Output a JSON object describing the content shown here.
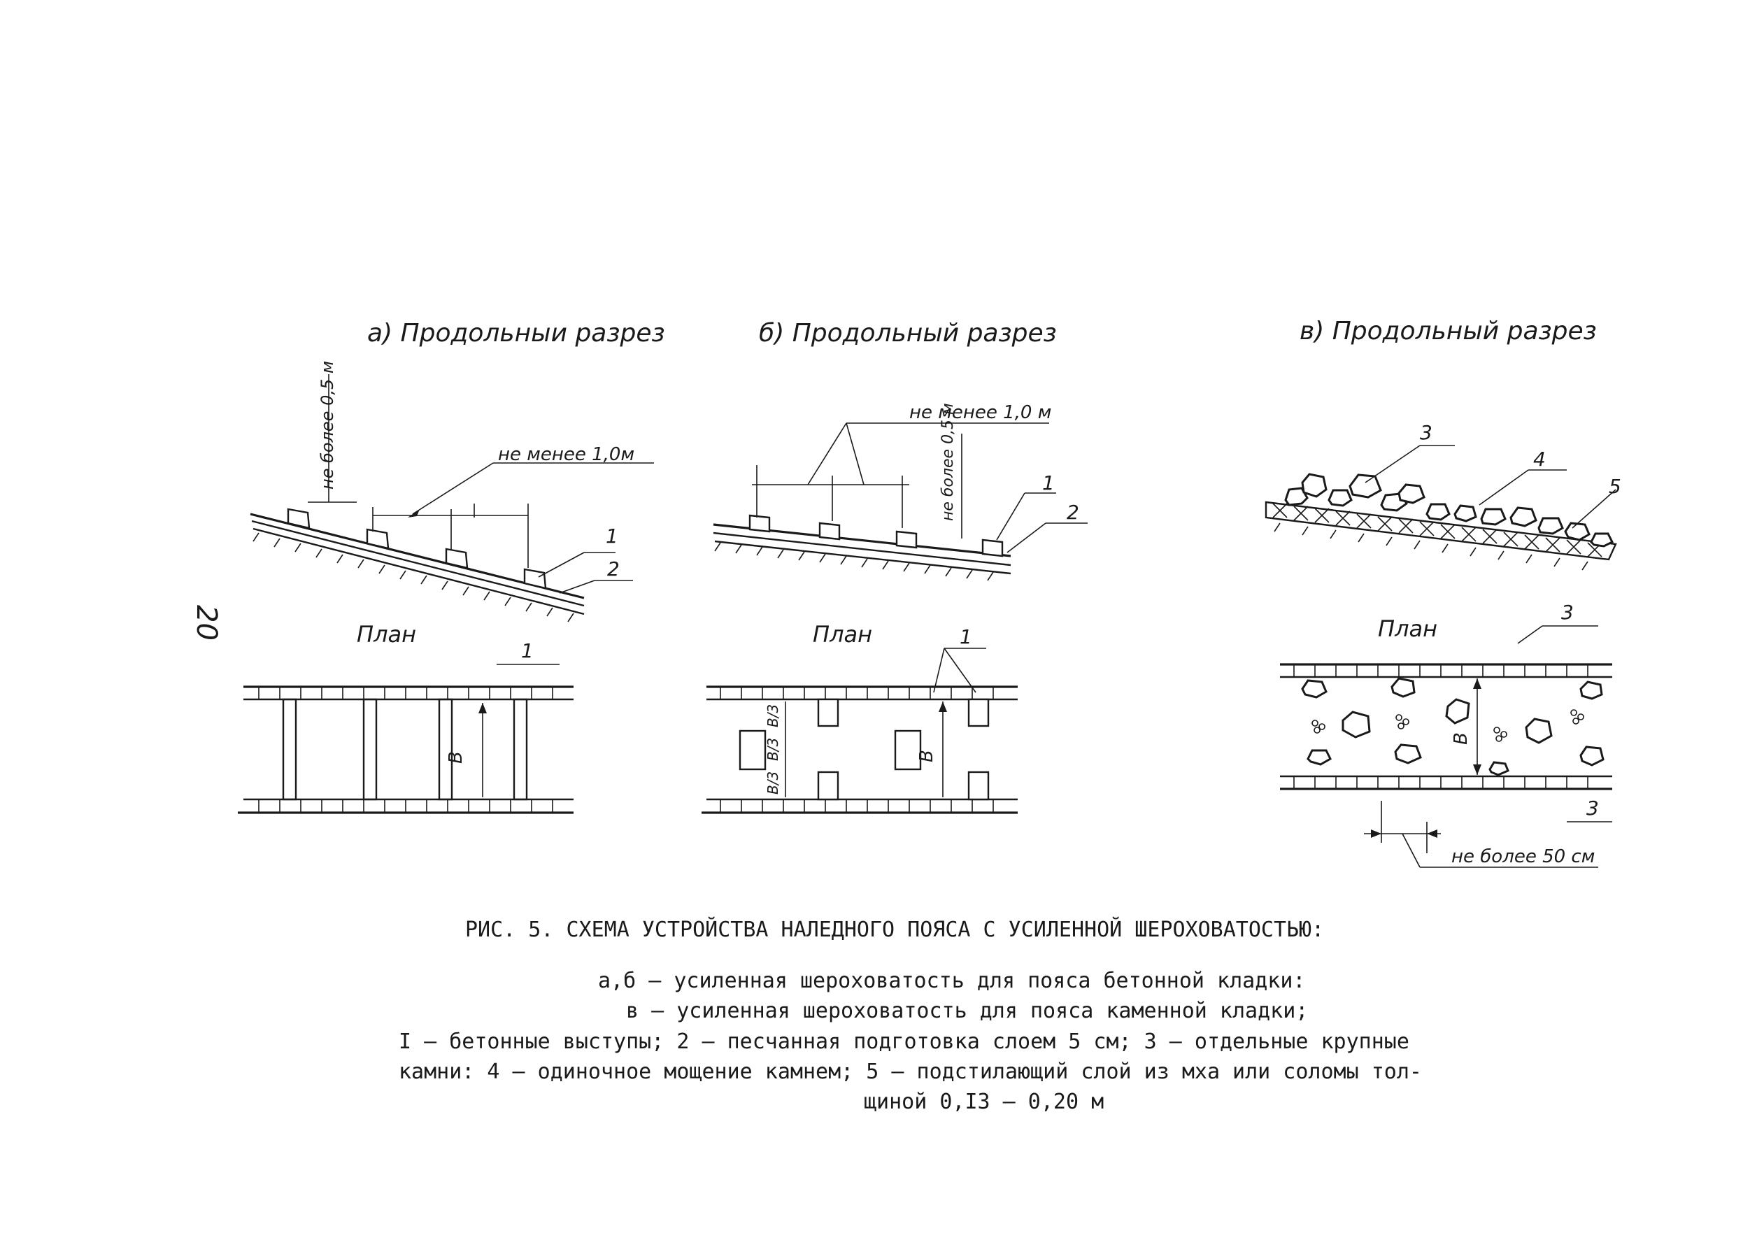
{
  "page_number": "20",
  "panels": {
    "a": {
      "title": "а) Продольныи разрез",
      "dim_height": "не более 0,5 м",
      "dim_spacing": "не менее 1,0м",
      "label_1": "1",
      "label_2": "2",
      "plan_title": "План",
      "plan_label_1": "1",
      "plan_dim_b": "B"
    },
    "b": {
      "title": "б) Продольный разрез",
      "dim_spacing": "не менее 1,0 м",
      "dim_height": "не более 0,5 м",
      "label_1": "1",
      "label_2": "2",
      "plan_title": "План",
      "plan_label_1": "1",
      "plan_dim_b3": "B/3",
      "plan_dim_b": "B"
    },
    "c": {
      "title": "в) Продольный разрез",
      "label_3": "3",
      "label_4": "4",
      "label_5": "5",
      "plan_title": "План",
      "plan_label_3_top": "3",
      "plan_label_3_bottom": "3",
      "plan_dim_b": "B",
      "dim_gap": "не более 50 см"
    }
  },
  "caption": {
    "title": "РИС.  5.  СХЕМА УСТРОЙСТВА НАЛЕДНОГО ПОЯСА С УСИЛЕННОЙ ШЕРОХОВАТОСТЬЮ:",
    "line1": "а,б – усиленная шероховатость для пояса бетонной кладки:",
    "line2": "в – усиленная шероховатость для пояса каменной кладки;",
    "line3": "I – бетонные выступы; 2 – песчанная подготовка слоем 5 см; 3 – отдельные крупные",
    "line4": "камни: 4 – одиночное мощение камнем; 5 – подстилающий слой из мха или соломы тол-",
    "line5": "щиной 0,I3 – 0,20 м"
  }
}
